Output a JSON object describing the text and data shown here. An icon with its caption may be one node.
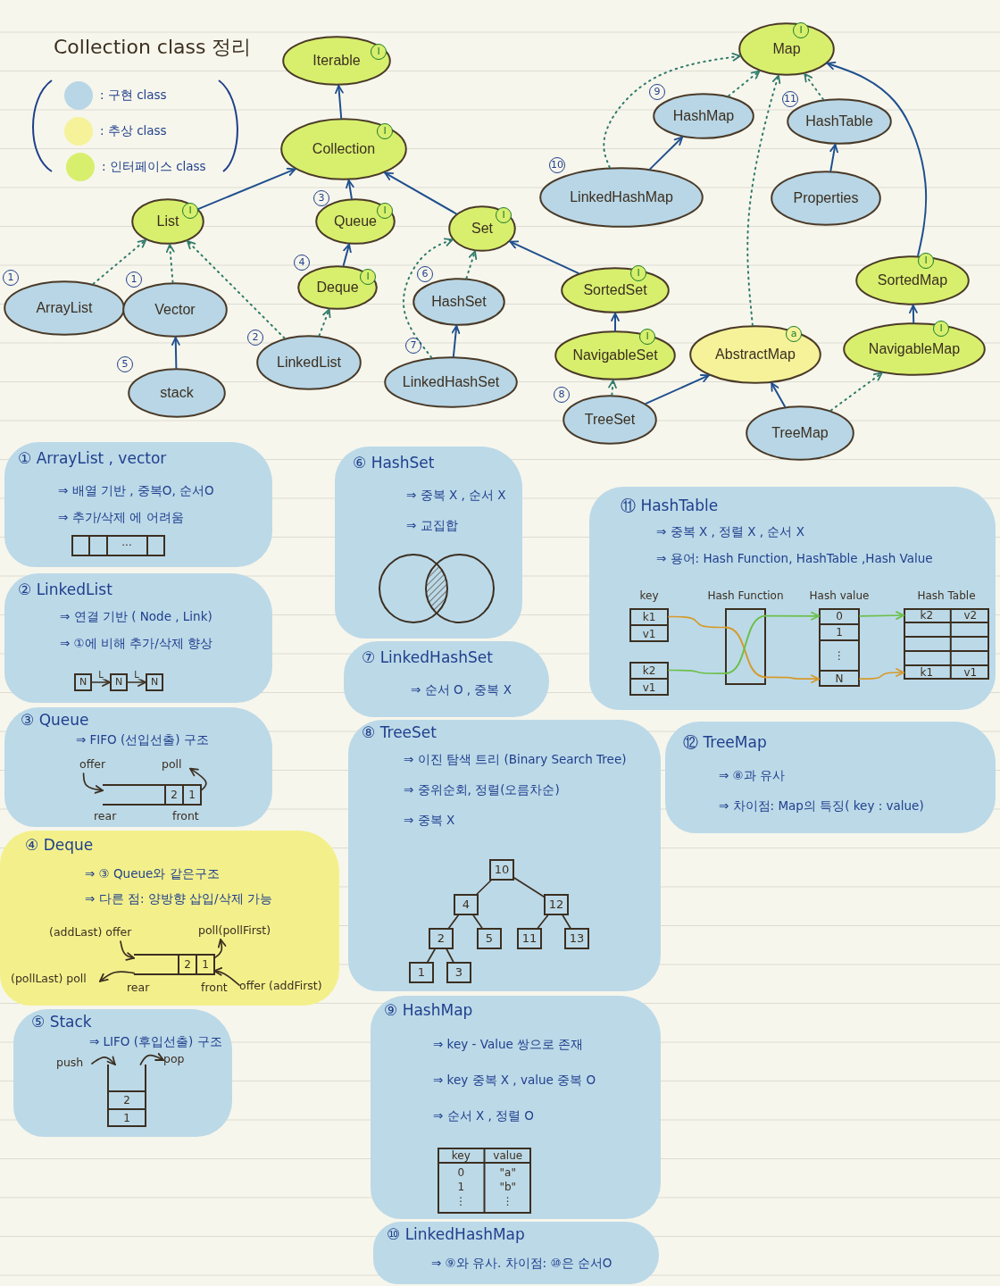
{
  "diagram": {
    "title": "Collection class 정리",
    "nodes": [
      {
        "text": [
          "Iterable",
          "I"
        ]
      },
      {
        "text": [
          "Collection",
          "I"
        ]
      },
      {
        "text": [
          "List",
          "I"
        ]
      },
      {
        "text": [
          "Queue",
          "I"
        ],
        "beside": [
          "3"
        ]
      },
      {
        "text": [
          "Set",
          "I"
        ]
      },
      {
        "text": [
          "Deque",
          "I"
        ],
        "beside": [
          "4"
        ]
      },
      {
        "text": [
          "ArrayList"
        ],
        "beside": [
          "1"
        ]
      },
      {
        "text": [
          "Vector"
        ],
        "beside": [
          "1"
        ]
      },
      {
        "text": [
          "LinkedList"
        ],
        "beside": [
          "2"
        ]
      },
      {
        "text": [
          "stack"
        ],
        "beside": [
          "5"
        ]
      },
      {
        "text": [
          "HashSet"
        ],
        "beside": [
          "6"
        ]
      },
      {
        "text": [
          "LinkedHashSet"
        ],
        "beside": [
          "7"
        ]
      },
      {
        "text": [
          "I",
          "SortedSet"
        ]
      },
      {
        "text": [
          "I",
          "NavigableSet"
        ]
      },
      {
        "text": [
          "TreeSet"
        ],
        "beside": [
          "8"
        ]
      },
      {
        "text": [
          "Map",
          "I"
        ]
      },
      {
        "text": [
          "HashMap"
        ],
        "beside": [
          "9"
        ]
      },
      {
        "text": [
          "HashTable"
        ],
        "beside": [
          "11"
        ]
      },
      {
        "text": [
          "LinkedHashMap"
        ],
        "beside": [
          "10"
        ]
      },
      {
        "text": [
          "Properties"
        ]
      },
      {
        "text": [
          "I",
          "SortedMap"
        ]
      },
      {
        "text": [
          "a",
          "AbstractMap"
        ]
      },
      {
        "text": [
          "I",
          "NavigableMap"
        ]
      },
      {
        "text": [
          "TreeMap"
        ]
      },
      {
        "text": [
          "① ArrayList , vector",
          "⇒ 배열 기반 , 중복O, 순서O",
          "⇒ 추가/삭제 에 어려움"
        ]
      },
      {
        "text": [
          "···"
        ],
        "in": 24
      },
      {
        "text": [
          "② LinkedList",
          "⇒ 연결 기반 ( Node , Link)",
          "⇒ ①에 비해 추가/삭제 향상"
        ]
      },
      {
        "text": [
          "N"
        ],
        "in": 26
      },
      {
        "text": [
          "N"
        ],
        "in": 26
      },
      {
        "text": [
          "N"
        ],
        "in": 26
      },
      {
        "text": [
          "③ Queue",
          "⇒ FIFO (선입선출) 구조"
        ]
      },
      {
        "text": [
          "2",
          "1"
        ],
        "beside": [
          "rear",
          "front"
        ],
        "in": 30
      },
      {
        "text": [
          "offer"
        ],
        "in": 30
      },
      {
        "text": [
          "poll"
        ],
        "in": 30
      },
      {
        "text": [
          "④ Deque",
          "⇒ ③ Queue와 같은구조",
          "⇒ 다른 점: 양방향 삽입/삭제 가능"
        ]
      },
      {
        "text": [
          "2",
          "1"
        ],
        "beside": [
          "rear",
          "front"
        ],
        "in": 34
      },
      {
        "text": [
          "(addLast) offer"
        ],
        "in": 34
      },
      {
        "text": [
          "poll(pollFirst)"
        ],
        "in": 34
      },
      {
        "text": [
          "(pollLast) poll"
        ],
        "in": 34
      },
      {
        "text": [
          "offer (addFirst)"
        ],
        "in": 34
      },
      {
        "text": [
          "⑤ Stack",
          "⇒ LIFO (후입선출) 구조"
        ]
      },
      {
        "text": [
          "2",
          "1"
        ],
        "in": 40
      },
      {
        "text": [
          "push"
        ],
        "in": 40
      },
      {
        "text": [
          "pop"
        ],
        "in": 40
      },
      {
        "text": [
          "⑥ HashSet",
          "⇒ 중복 X , 순서 X",
          "⇒ 교집합"
        ]
      },
      {
        "text": [
          "⑦ LinkedHashSet",
          "⇒ 순서 O , 중복 X"
        ]
      },
      {
        "text": [
          "⑧ TreeSet",
          "⇒ 이진 탐색 트리 (Binary Search Tree)",
          "⇒ 중위순회, 정렬(오름차순)",
          "⇒ 중복 X"
        ]
      },
      {
        "text": [
          "10"
        ],
        "in": 46
      },
      {
        "text": [
          "4"
        ],
        "in": 46
      },
      {
        "text": [
          "12"
        ],
        "in": 46
      },
      {
        "text": [
          "2"
        ],
        "in": 46
      },
      {
        "text": [
          "5"
        ],
        "in": 46
      },
      {
        "text": [
          "11"
        ],
        "in": 46
      },
      {
        "text": [
          "13"
        ],
        "in": 46
      },
      {
        "text": [
          "1"
        ],
        "in": 46
      },
      {
        "text": [
          "3"
        ],
        "in": 46
      },
      {
        "text": [
          "⑨ HashMap",
          "⇒ key - Value 쌍으로 존재",
          "⇒ key 중복 X , value 중복 O",
          "⇒ 순서 X , 정렬 O"
        ]
      },
      {
        "text": [
          "key",
          "value",
          "0",
          "\"a\"",
          "1",
          "\"b\"",
          "⋮",
          "⋮"
        ],
        "in": 56
      },
      {
        "text": [
          "⑩ LinkedHashMap",
          "⇒ ⑨와 유사. 차이점: ⑩은 순서O"
        ]
      },
      {
        "text": [
          "⑪ HashTable",
          "⇒ 중복 X , 정렬 X , 순서 X",
          "⇒ 용어: Hash Function, HashTable ,Hash Value"
        ]
      },
      {
        "text": [
          "key",
          "k1",
          "v1"
        ],
        "in": 59
      },
      {
        "text": [
          "k2",
          "v1"
        ],
        "in": 59
      },
      {
        "text": [
          "Hash Function"
        ],
        "in": 59
      },
      {
        "text": [
          "Hash value",
          "0",
          "1",
          "⋮",
          "N"
        ],
        "in": 59
      },
      {
        "text": [
          "Hash Table",
          "k2",
          "v2",
          "k1",
          "v1"
        ],
        "in": 59
      },
      {
        "text": [
          "⑫ TreeMap",
          "⇒ ⑧과 유사",
          "⇒ 차이점: Map의 특징( key : value)"
        ]
      }
    ],
    "edges": [
      {
        "from": 1,
        "to": 0,
        "arrow": "to",
        "color": "#1f4f8f"
      },
      {
        "from": 2,
        "to": 1,
        "arrow": "to",
        "color": "#1f4f8f"
      },
      {
        "from": 3,
        "to": 1,
        "arrow": "to",
        "color": "#1f4f8f"
      },
      {
        "from": 4,
        "to": 1,
        "arrow": "to",
        "color": "#1f4f8f"
      },
      {
        "from": 5,
        "to": 3,
        "arrow": "to",
        "color": "#1f4f8f"
      },
      {
        "from": 6,
        "to": 2,
        "arrow": "to",
        "style": "dashed",
        "color": "#2f7a6a"
      },
      {
        "from": 7,
        "to": 2,
        "arrow": "to",
        "style": "dashed",
        "color": "#2f7a6a"
      },
      {
        "from": 8,
        "to": 2,
        "arrow": "to",
        "style": "dashed",
        "color": "#2f7a6a"
      },
      {
        "from": 8,
        "to": 5,
        "arrow": "to",
        "style": "dashed",
        "color": "#2f7a6a"
      },
      {
        "from": 9,
        "to": 7,
        "arrow": "to",
        "color": "#1f4f8f"
      },
      {
        "from": 10,
        "to": 4,
        "arrow": "to",
        "style": "dashed",
        "color": "#2f7a6a"
      },
      {
        "from": 11,
        "to": 10,
        "arrow": "to",
        "color": "#1f4f8f"
      },
      {
        "from": 11,
        "to": 4,
        "arrow": "to",
        "style": "dashed",
        "color": "#2f7a6a"
      },
      {
        "from": 12,
        "to": 4,
        "arrow": "to",
        "color": "#1f4f8f"
      },
      {
        "from": 13,
        "to": 12,
        "arrow": "to",
        "color": "#1f4f8f"
      },
      {
        "from": 14,
        "to": 13,
        "arrow": "to",
        "style": "dashed",
        "color": "#2f7a6a"
      },
      {
        "from": 14,
        "to": 21,
        "arrow": "to",
        "color": "#1f4f8f"
      },
      {
        "from": 16,
        "to": 15,
        "arrow": "to",
        "style": "dashed",
        "color": "#2f7a6a"
      },
      {
        "from": 18,
        "to": 16,
        "arrow": "to",
        "color": "#1f4f8f"
      },
      {
        "from": 18,
        "to": 15,
        "arrow": "to",
        "style": "dashed",
        "color": "#2f7a6a"
      },
      {
        "from": 17,
        "to": 15,
        "arrow": "to",
        "style": "dashed",
        "color": "#2f7a6a"
      },
      {
        "from": 19,
        "to": 17,
        "arrow": "to",
        "color": "#1f4f8f"
      },
      {
        "from": 21,
        "to": 15,
        "arrow": "to",
        "style": "dashed",
        "color": "#2f7a6a"
      },
      {
        "from": 20,
        "to": 15,
        "arrow": "to",
        "color": "#1f4f8f"
      },
      {
        "from": 22,
        "to": 20,
        "arrow": "to",
        "color": "#1f4f8f"
      },
      {
        "from": 23,
        "to": 21,
        "arrow": "to",
        "color": "#1f4f8f"
      },
      {
        "from": 23,
        "to": 22,
        "arrow": "to",
        "style": "dashed",
        "color": "#2f7a6a"
      },
      {
        "from": 27,
        "to": 28,
        "arrow": "to",
        "label": "L"
      },
      {
        "from": 28,
        "to": 29,
        "arrow": "to",
        "label": "L"
      },
      {
        "from": 32,
        "to": 31,
        "arrow": "to"
      },
      {
        "from": 31,
        "to": 33,
        "arrow": "to"
      },
      {
        "from": 36,
        "to": 35,
        "arrow": "to"
      },
      {
        "from": 35,
        "to": 37,
        "arrow": "to"
      },
      {
        "from": 35,
        "to": 38,
        "arrow": "to"
      },
      {
        "from": 39,
        "to": 35,
        "arrow": "to"
      },
      {
        "from": 42,
        "to": 41,
        "arrow": "to"
      },
      {
        "from": 41,
        "to": 43,
        "arrow": "to"
      },
      {
        "from": 47,
        "to": 48,
        "arrow": "none"
      },
      {
        "from": 47,
        "to": 49,
        "arrow": "none"
      },
      {
        "from": 48,
        "to": 50,
        "arrow": "none"
      },
      {
        "from": 48,
        "to": 51,
        "arrow": "none"
      },
      {
        "from": 49,
        "to": 52,
        "arrow": "none"
      },
      {
        "from": 49,
        "to": 53,
        "arrow": "none"
      },
      {
        "from": 50,
        "to": 54,
        "arrow": "none"
      },
      {
        "from": 50,
        "to": 55,
        "arrow": "none"
      },
      {
        "from": 60,
        "to": 62,
        "arrow": "none",
        "color": "#d69a2c"
      },
      {
        "from": 62,
        "to": 63,
        "arrow": "to",
        "color": "#d69a2c"
      },
      {
        "from": 61,
        "to": 62,
        "arrow": "none",
        "color": "#6cc04a"
      },
      {
        "from": 62,
        "to": 63,
        "arrow": "to",
        "color": "#6cc04a"
      },
      {
        "from": 63,
        "to": 64,
        "arrow": "to",
        "color": "#6cc04a"
      },
      {
        "from": 63,
        "to": 64,
        "arrow": "to",
        "color": "#d69a2c"
      }
    ],
    "legend": [
      {
        "text": ": 구현 class",
        "color": "#b8d6e6"
      },
      {
        "text": ": 추상 class",
        "color": "#f5f29a"
      },
      {
        "text": ": 인터페이스 class",
        "color": "#d8ef6e"
      }
    ]
  }
}
